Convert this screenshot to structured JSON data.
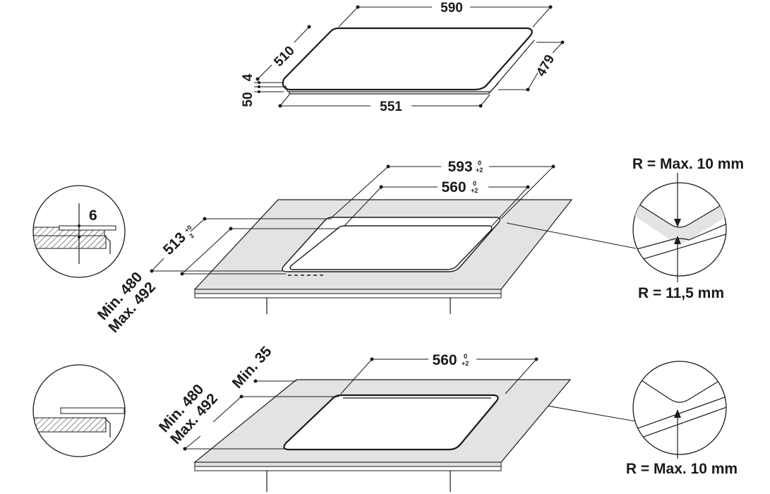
{
  "top_view": {
    "width_top": "590",
    "depth_top": "510",
    "thickness_glass": "4",
    "height_body": "50",
    "width_bottom": "551",
    "depth_bottom": "479"
  },
  "flush_mount": {
    "cutout_outer_width": "593",
    "cutout_outer_width_tol_top": "0",
    "cutout_outer_width_tol_bottom": "+2",
    "cutout_inner_width": "560",
    "cutout_inner_width_tol_top": "0",
    "cutout_inner_width_tol_bottom": "+2",
    "cutout_outer_depth": "513",
    "cutout_outer_depth_tol_top": "+0",
    "cutout_outer_depth_tol_bottom": "2",
    "depth_min": "Min. 480",
    "depth_max": "Max. 492",
    "recess_depth": "6",
    "corner_outer_radius": "R = Max. 10 mm",
    "corner_inner_radius": "R = 11,5 mm"
  },
  "standard_mount": {
    "cutout_width": "560",
    "cutout_width_tol_top": "0",
    "cutout_width_tol_bottom": "+2",
    "front_distance": "Min. 35",
    "depth_min": "Min. 480",
    "depth_max": "Max. 492",
    "corner_radius": "R = Max. 10 mm"
  }
}
